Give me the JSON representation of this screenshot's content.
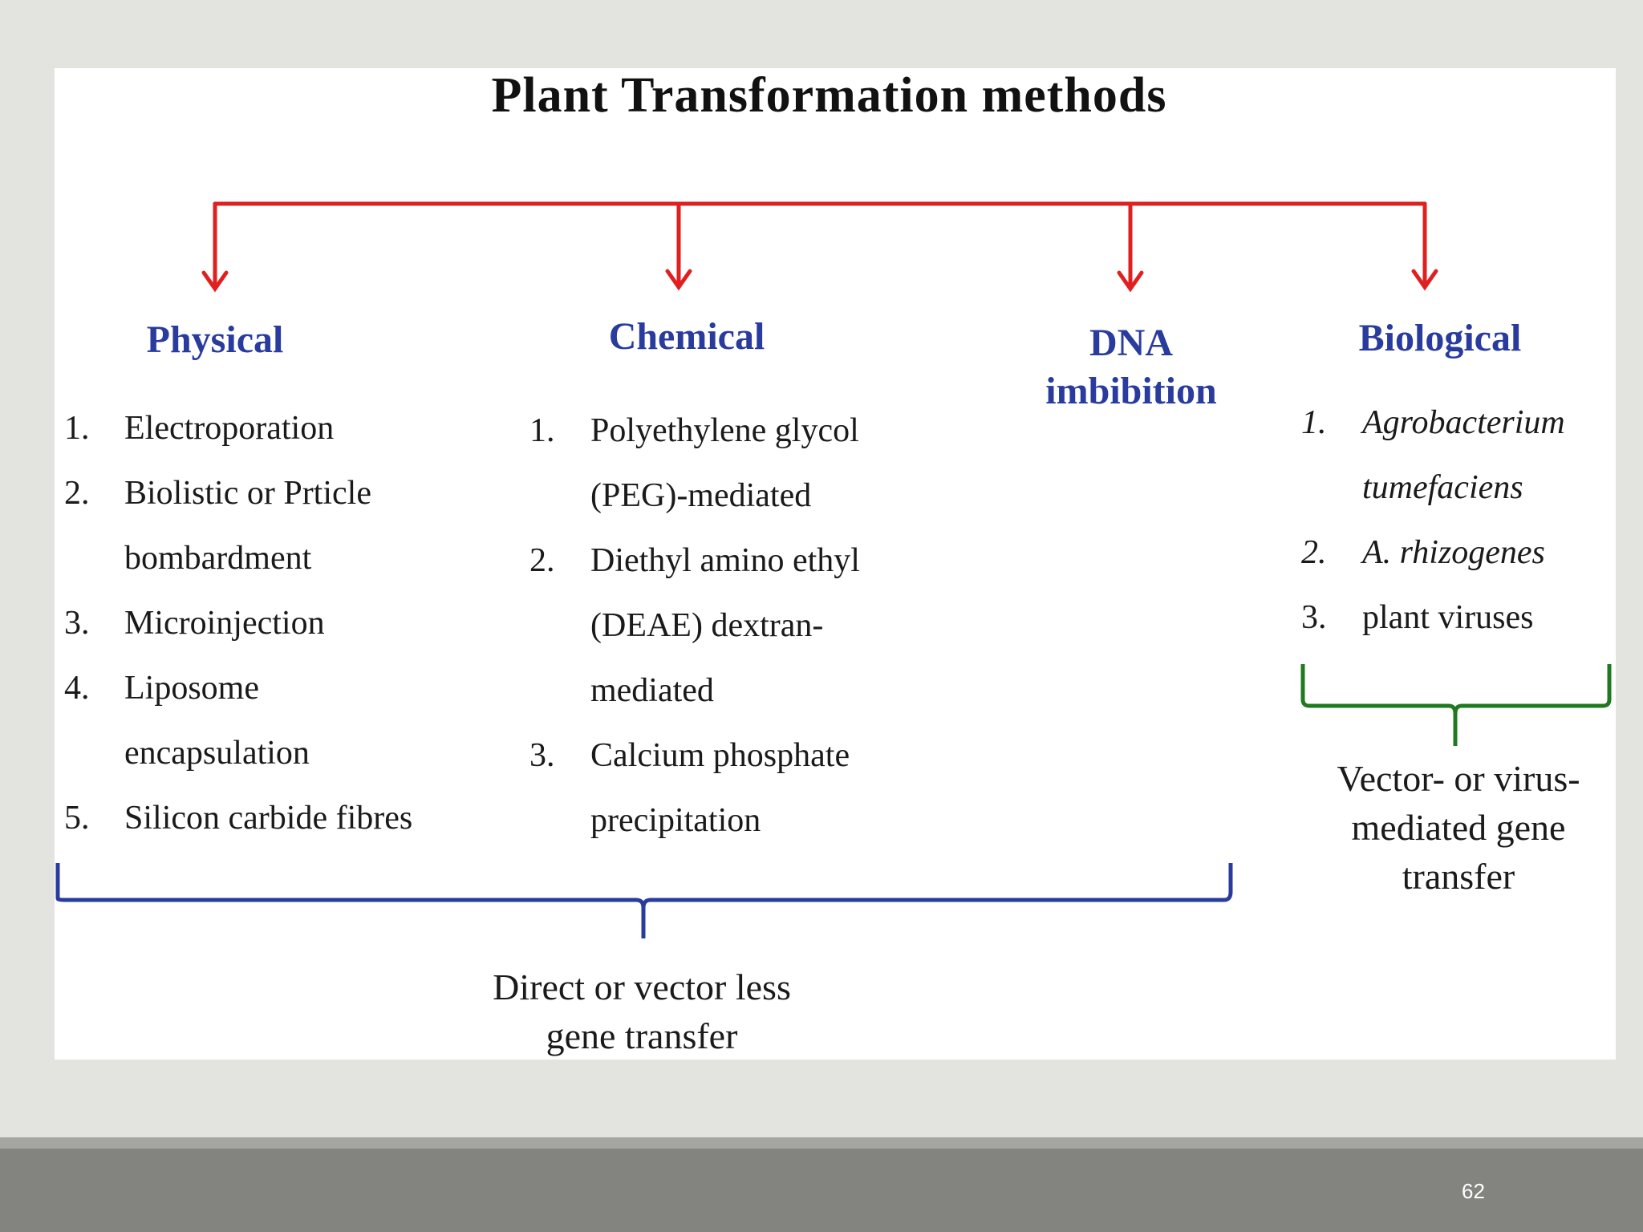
{
  "title": "Plant Transformation methods",
  "colors": {
    "tree_arrows": "#e02020",
    "direct_brace": "#2a3b9e",
    "vector_brace": "#1f7a1f",
    "heading": "#2a3b9e"
  },
  "categories": {
    "physical": {
      "heading": "Physical",
      "items": [
        {
          "num": "1.",
          "text": "Electroporation"
        },
        {
          "num": "2.",
          "text": "Biolistic or Prticle bombardment"
        },
        {
          "num": "3.",
          "text": "Microinjection"
        },
        {
          "num": "4.",
          "text": "Liposome encapsulation"
        },
        {
          "num": "5.",
          "text": "Silicon carbide fibres"
        }
      ]
    },
    "chemical": {
      "heading": "Chemical",
      "items": [
        {
          "num": "1.",
          "text": "Polyethylene glycol (PEG)-mediated"
        },
        {
          "num": "2.",
          "text": "Diethyl amino ethyl (DEAE) dextran-mediated"
        },
        {
          "num": "3.",
          "text": "Calcium phosphate precipitation"
        }
      ]
    },
    "dna": {
      "heading_line1": "DNA",
      "heading_line2": "imbibition"
    },
    "biological": {
      "heading": "Biological",
      "items": [
        {
          "num": "1.",
          "text": "Agrobacterium tumefaciens",
          "italic": true
        },
        {
          "num": "2.",
          "text": "A. rhizogenes",
          "italic": true
        },
        {
          "num": "3.",
          "text": "plant viruses",
          "italic": false
        }
      ]
    }
  },
  "captions": {
    "direct_line1": "Direct or vector less",
    "direct_line2": "gene transfer",
    "vector_line1": "Vector- or virus-",
    "vector_line2": "mediated gene",
    "vector_line3": "transfer"
  },
  "page_number": "62"
}
